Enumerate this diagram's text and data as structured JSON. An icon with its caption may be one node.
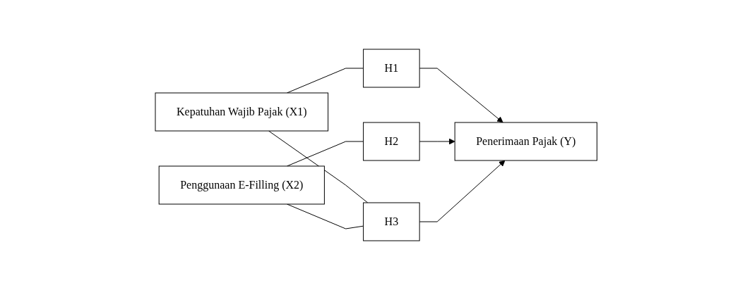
{
  "diagram": {
    "nodes": [
      {
        "text": [
          "Kepatuhan Wajib Pajak (X1)"
        ]
      },
      {
        "text": [
          "H1"
        ]
      },
      {
        "text": [
          "Penerimaan Pajak (Y)"
        ]
      },
      {
        "text": [
          "Penggunaan E-Filling (X2)"
        ]
      },
      {
        "text": [
          "H2"
        ]
      },
      {
        "text": [
          "H3"
        ]
      }
    ],
    "edges": [
      {
        "from": 0,
        "to": 1,
        "arrow": "none"
      },
      {
        "from": 1,
        "to": 2,
        "arrow": "to"
      },
      {
        "from": 3,
        "to": 4,
        "arrow": "none"
      },
      {
        "from": 4,
        "to": 2,
        "arrow": "to"
      },
      {
        "from": 0,
        "to": 5,
        "arrow": "none"
      },
      {
        "from": 3,
        "to": 5,
        "arrow": "none"
      },
      {
        "from": 5,
        "to": 2,
        "arrow": "to"
      }
    ]
  }
}
